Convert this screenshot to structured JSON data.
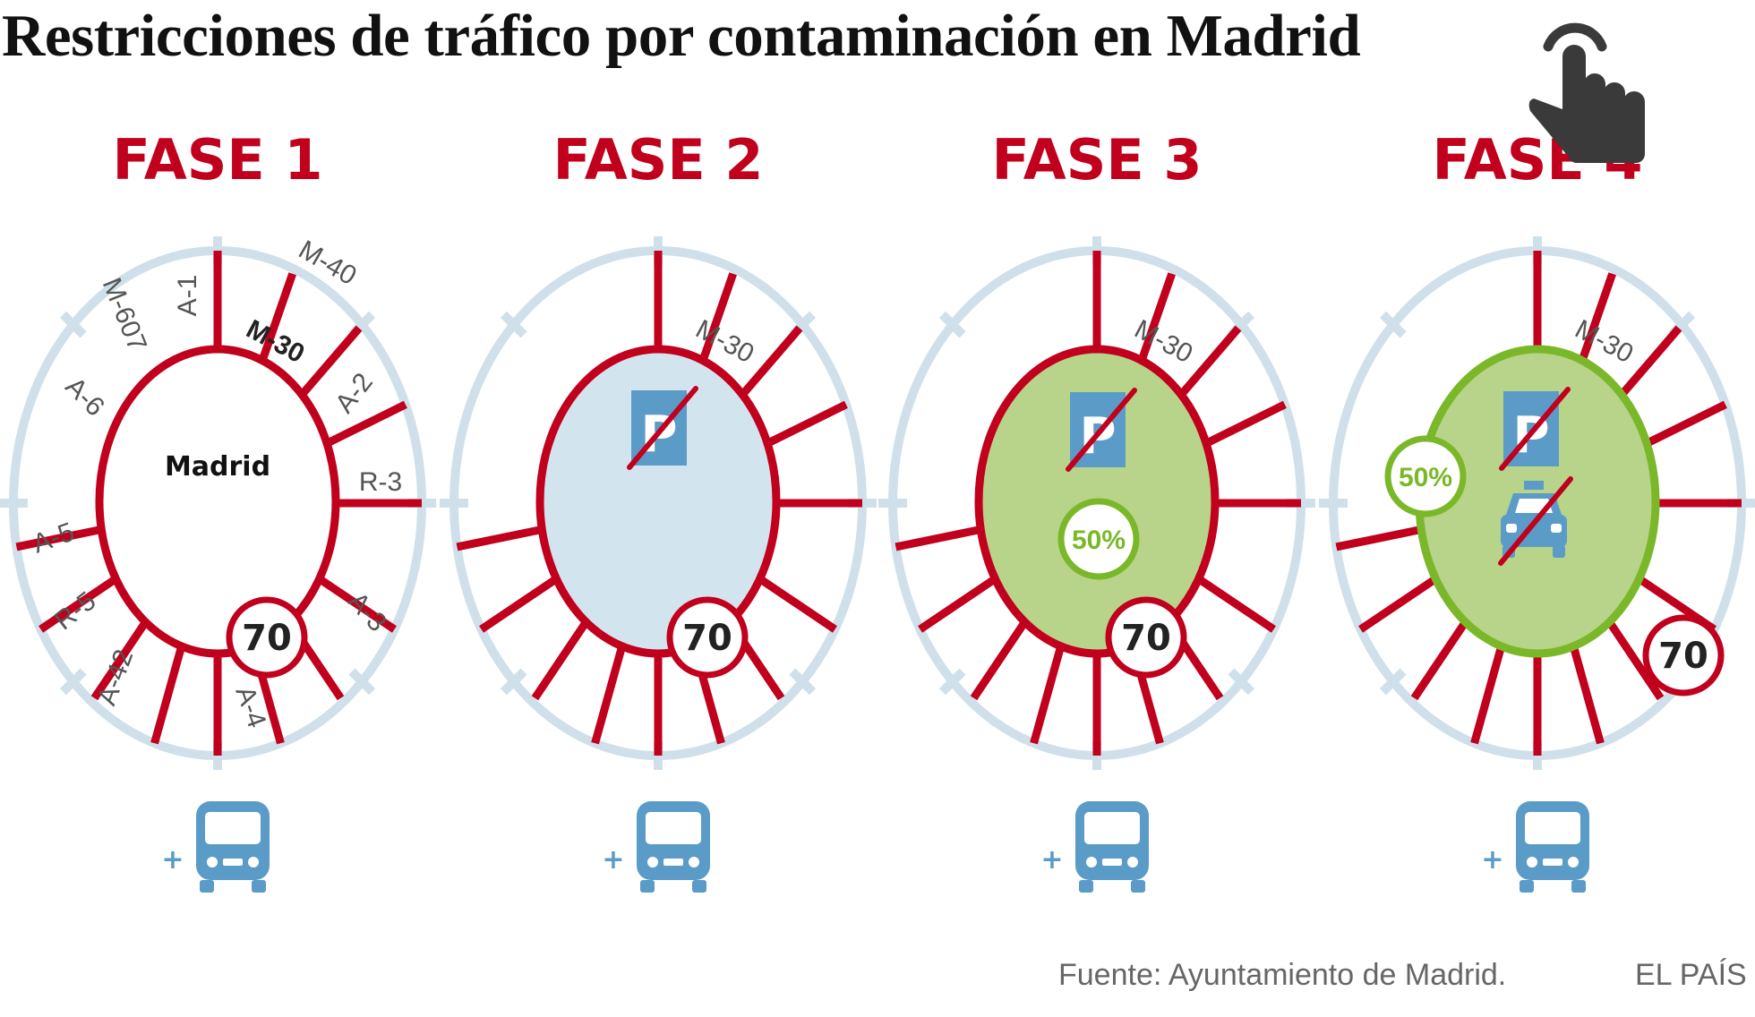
{
  "title": "Restricciones de tráfico por contaminación en Madrid",
  "icons": {
    "hand": "hand-pointer-icon",
    "bus": "bus-icon",
    "taxi": "taxi-icon",
    "parking": "no-parking-icon"
  },
  "colors": {
    "red": "#c0001d",
    "outer_ring": "#cfe0ea",
    "green": "#7ab829",
    "green_fill": "#b8d38a",
    "blue_fill": "#d2e4ee",
    "icon_blue": "#5b9bc8"
  },
  "map_labels": {
    "madrid": "Madrid",
    "m30": "M-30",
    "m40": "M-40",
    "a1": "A-1",
    "m607": "M-607",
    "a6": "A-6",
    "a2": "A-2",
    "r3": "R-3",
    "a5": "A-5",
    "r5": "R-5",
    "a42": "A-42",
    "a4": "A-4",
    "a3": "A-3",
    "parking_letter": "P"
  },
  "phases": [
    {
      "title": "FASE 1",
      "speed": "70",
      "bus_prefix": "+",
      "inner_fill": "none",
      "parking_ban": false,
      "percent": null,
      "taxi_ban": false
    },
    {
      "title": "FASE 2",
      "speed": "70",
      "bus_prefix": "+",
      "inner_fill": "blue",
      "parking_ban": true,
      "percent": null,
      "taxi_ban": false
    },
    {
      "title": "FASE 3",
      "speed": "70",
      "bus_prefix": "+",
      "inner_fill": "green",
      "parking_ban": true,
      "percent": "50%",
      "taxi_ban": false
    },
    {
      "title": "FASE 4",
      "speed": "70",
      "bus_prefix": "+",
      "inner_fill": "green",
      "parking_ban": true,
      "percent": "50%",
      "taxi_ban": true
    }
  ],
  "footer": {
    "source": "Fuente: Ayuntamiento de Madrid.",
    "brand": "EL PAÍS"
  }
}
